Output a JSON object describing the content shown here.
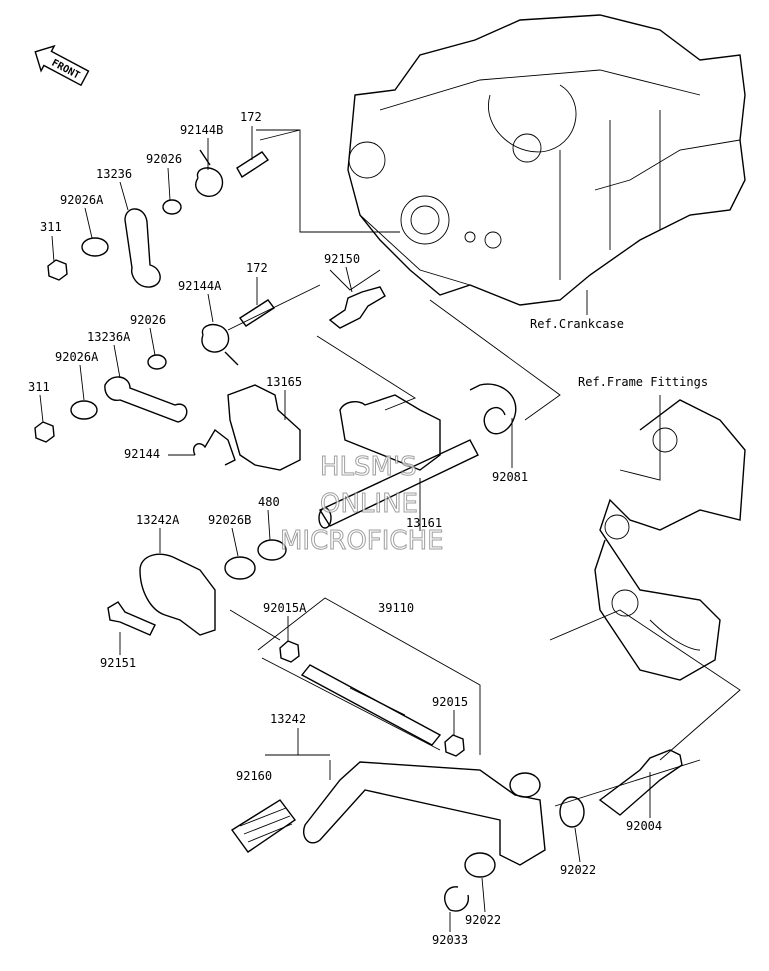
{
  "front_badge": "FRONT",
  "watermark": [
    "HLSM'S",
    "ONLINE",
    "MICROFICHE"
  ],
  "refs": {
    "crankcase": "Ref.Crankcase",
    "frame_fittings": "Ref.Frame Fittings"
  },
  "labels": {
    "p172a": "172",
    "p92144B": "92144B",
    "p92026a": "92026",
    "p13236": "13236",
    "p92026Aa": "92026A",
    "p311a": "311",
    "p172b": "172",
    "p92150": "92150",
    "p92144A": "92144A",
    "p92026b": "92026",
    "p13236A": "13236A",
    "p92026Ab": "92026A",
    "p311b": "311",
    "p13165": "13165",
    "p92144": "92144",
    "p92081": "92081",
    "p480": "480",
    "p13242A": "13242A",
    "p92026B": "92026B",
    "p13161": "13161",
    "p92015A": "92015A",
    "p39110": "39110",
    "p92151": "92151",
    "p92015": "92015",
    "p13242": "13242",
    "p92160": "92160",
    "p92004": "92004",
    "p92022a": "92022",
    "p92022b": "92022",
    "p92033": "92033"
  }
}
